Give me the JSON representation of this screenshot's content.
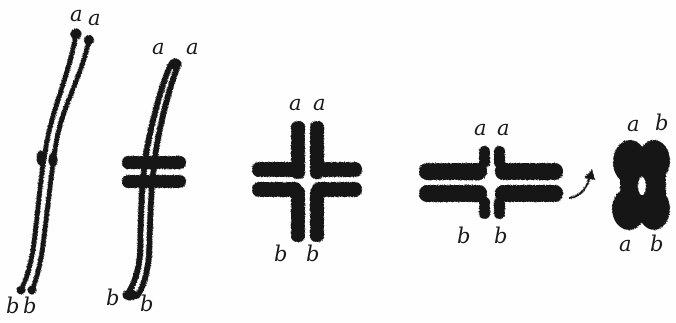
{
  "figure": {
    "stages": [
      {
        "id": "stage-1",
        "top_labels": [
          "a",
          "a"
        ],
        "bottom_labels": [
          "b",
          "b"
        ]
      },
      {
        "id": "stage-2",
        "top_labels": [
          "a",
          "a"
        ],
        "bottom_labels": [
          "b",
          "b"
        ]
      },
      {
        "id": "stage-3",
        "top_labels": [
          "a",
          "a"
        ],
        "bottom_labels": [
          "b",
          "b"
        ]
      },
      {
        "id": "stage-4",
        "top_labels": [
          "a",
          "a"
        ],
        "bottom_labels": [
          "b",
          "b"
        ]
      },
      {
        "id": "stage-5",
        "top_labels": [
          "a",
          "b"
        ],
        "bottom_labels": [
          "a",
          "b"
        ]
      }
    ],
    "ink_color": "#151515",
    "background_color": "#fefefe"
  }
}
